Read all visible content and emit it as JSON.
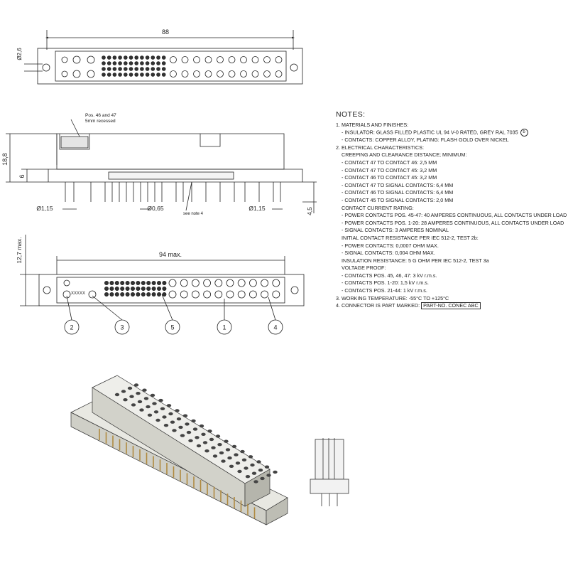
{
  "top_view": {
    "width_dim": "88",
    "hole_dim": "Ø2,6"
  },
  "side_view": {
    "recess_note_line1": "Pos. 46 and 47",
    "recess_note_line2": "5mm recessed",
    "height_dim": "18,8",
    "base_dim": "6",
    "pin_dim_left": "Ø1,15",
    "pin_dim_center": "Ø0,65",
    "pin_dim_right": "Ø1,15",
    "see_note": "see note 4",
    "pin_length_dim": "4,5"
  },
  "front_view": {
    "height_dim": "12,7 max.",
    "width_dim": "94 max.",
    "marking": "XXXXX",
    "callouts": [
      "2",
      "3",
      "5",
      "1",
      "4"
    ]
  },
  "notes": {
    "title": "NOTES:",
    "lines": [
      {
        "text": "1. MATERIALS AND FINISHES:",
        "indent": false
      },
      {
        "text": "- INSULATOR: GLASS FILLED PLASTIC UL 94 V-0 RATED, GREY RAL 7035",
        "indent": true,
        "badge": "b"
      },
      {
        "text": "- CONTACTS: COPPER ALLOY, PLATING: FLASH GOLD OVER NICKEL",
        "indent": true
      },
      {
        "text": "2. ELECTRICAL CHARACTERISTICS:",
        "indent": false
      },
      {
        "text": "CREEPING AND CLEARANCE DISTANCE; MINIMUM:",
        "indent": true
      },
      {
        "text": "- CONTACT 47 TO CONTACT 46: 2,5 MM",
        "indent": true
      },
      {
        "text": "- CONTACT 47 TO CONTACT 45: 3,2 MM",
        "indent": true
      },
      {
        "text": "- CONTACT 46 TO CONTACT 45: 3,2 MM",
        "indent": true
      },
      {
        "text": "- CONTACT 47 TO SIGNAL CONTACTS: 6,4 MM",
        "indent": true
      },
      {
        "text": "- CONTACT 46 TO SIGNAL CONTACTS: 6,4 MM",
        "indent": true
      },
      {
        "text": "- CONTACT 45 TO SIGNAL CONTACTS: 2,0 MM",
        "indent": true
      },
      {
        "text": "CONTACT CURRENT RATING:",
        "indent": true
      },
      {
        "text": "- POWER CONTACTS POS. 45-47: 40 AMPERES CONTINUOUS, ALL CONTACTS UNDER LOAD",
        "indent": true
      },
      {
        "text": "- POWER CONTACTS POS. 1-20: 28 AMPERES CONTINUOUS, ALL CONTACTS UNDER LOAD",
        "indent": true
      },
      {
        "text": "- SIGNAL CONTACTS: 3 AMPERES NOMINAL",
        "indent": true
      },
      {
        "text": "INITIAL CONTACT RESISTANCE PER IEC 512-2, TEST 2b:",
        "indent": true
      },
      {
        "text": "- POWER CONTACTS: 0,0007 OHM MAX.",
        "indent": true
      },
      {
        "text": "- SIGNAL CONTACTS: 0,004 OHM MAX.",
        "indent": true
      },
      {
        "text": "INSULATION RESISTANCE: 5 G OHM PER IEC 512-2, TEST 3a",
        "indent": true
      },
      {
        "text": "VOLTAGE PROOF:",
        "indent": true
      },
      {
        "text": "- CONTACTS POS. 45, 46, 47: 3 kV r.m.s.",
        "indent": true
      },
      {
        "text": "- CONTACTS POS. 1-20: 1,5 kV r.m.s.",
        "indent": true
      },
      {
        "text": "- CONTACTS POS. 21-44: 1 kV r.m.s.",
        "indent": true
      },
      {
        "text": "3. WORKING TEMPERATURE: -55°C TO +125°C",
        "indent": false
      },
      {
        "text": "4. CONNECTOR IS PART MARKED: ",
        "indent": false,
        "boxed": "PART-NO.  CONEC  ABC"
      }
    ]
  },
  "colors": {
    "line": "#222222",
    "body": "#d9d9d2",
    "body_shade": "#b9b9b0",
    "pin": "#c8a86a"
  }
}
